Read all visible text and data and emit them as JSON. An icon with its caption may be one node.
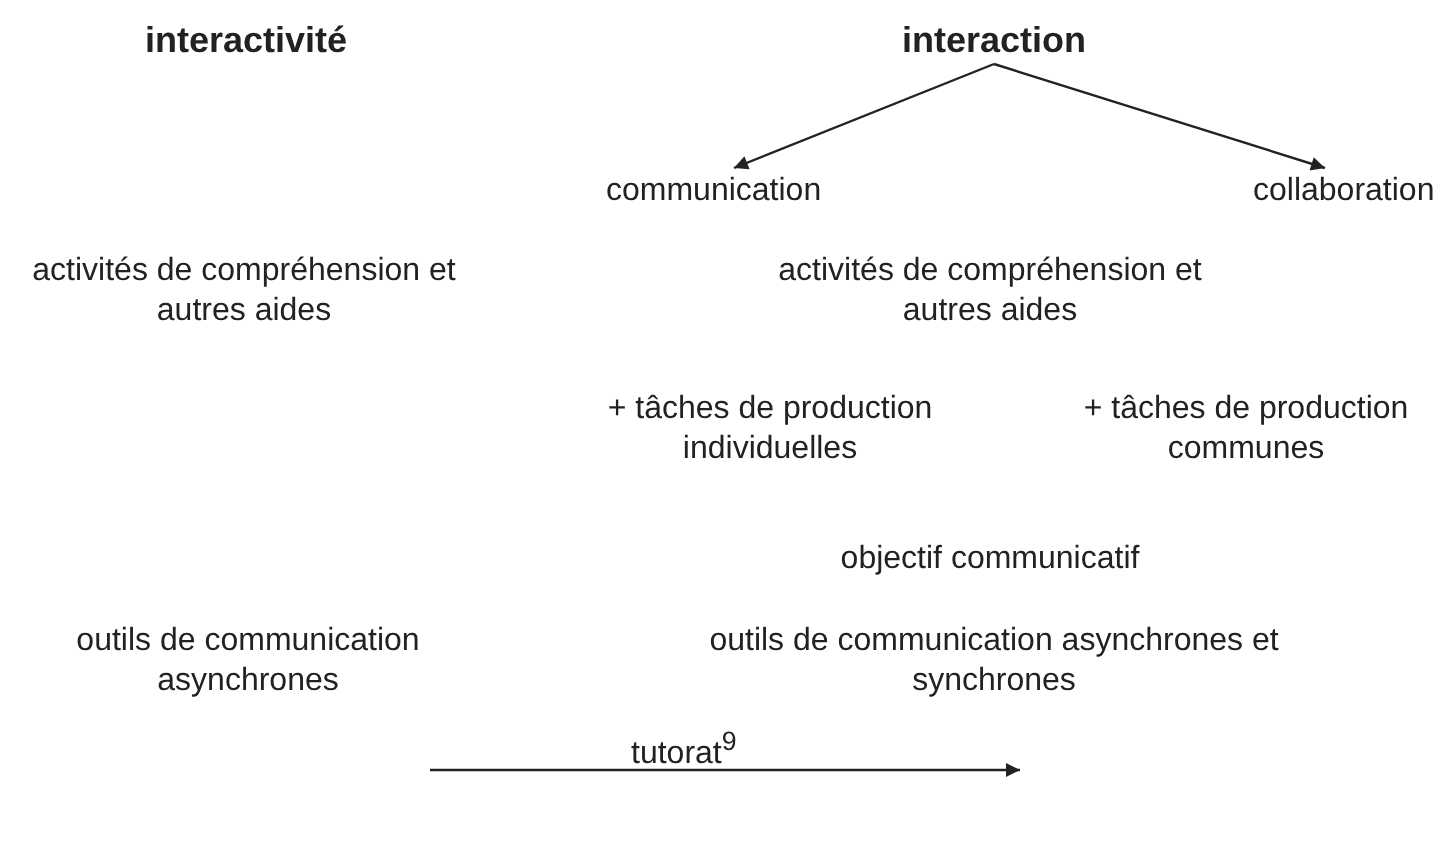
{
  "diagram": {
    "nodes": [
      {
        "text": [
          "interaction"
        ]
      },
      {
        "text": [
          "communication"
        ]
      },
      {
        "text": [
          "collaboration"
        ]
      }
    ],
    "edges": [
      {
        "from": 0,
        "to": 1,
        "arrow": "to"
      },
      {
        "from": 0,
        "to": 2,
        "arrow": "to"
      }
    ],
    "labels": [
      "interactivité",
      "activités de compréhension et autres aides",
      "activités de compréhension et autres aides",
      "+ tâches de production individuelles",
      "+ tâches de production communes",
      "objectif communicatif",
      "outils de communication asynchrones",
      "outils de communication asynchrones et synchrones",
      "tutorat$^{9}$"
    ]
  }
}
